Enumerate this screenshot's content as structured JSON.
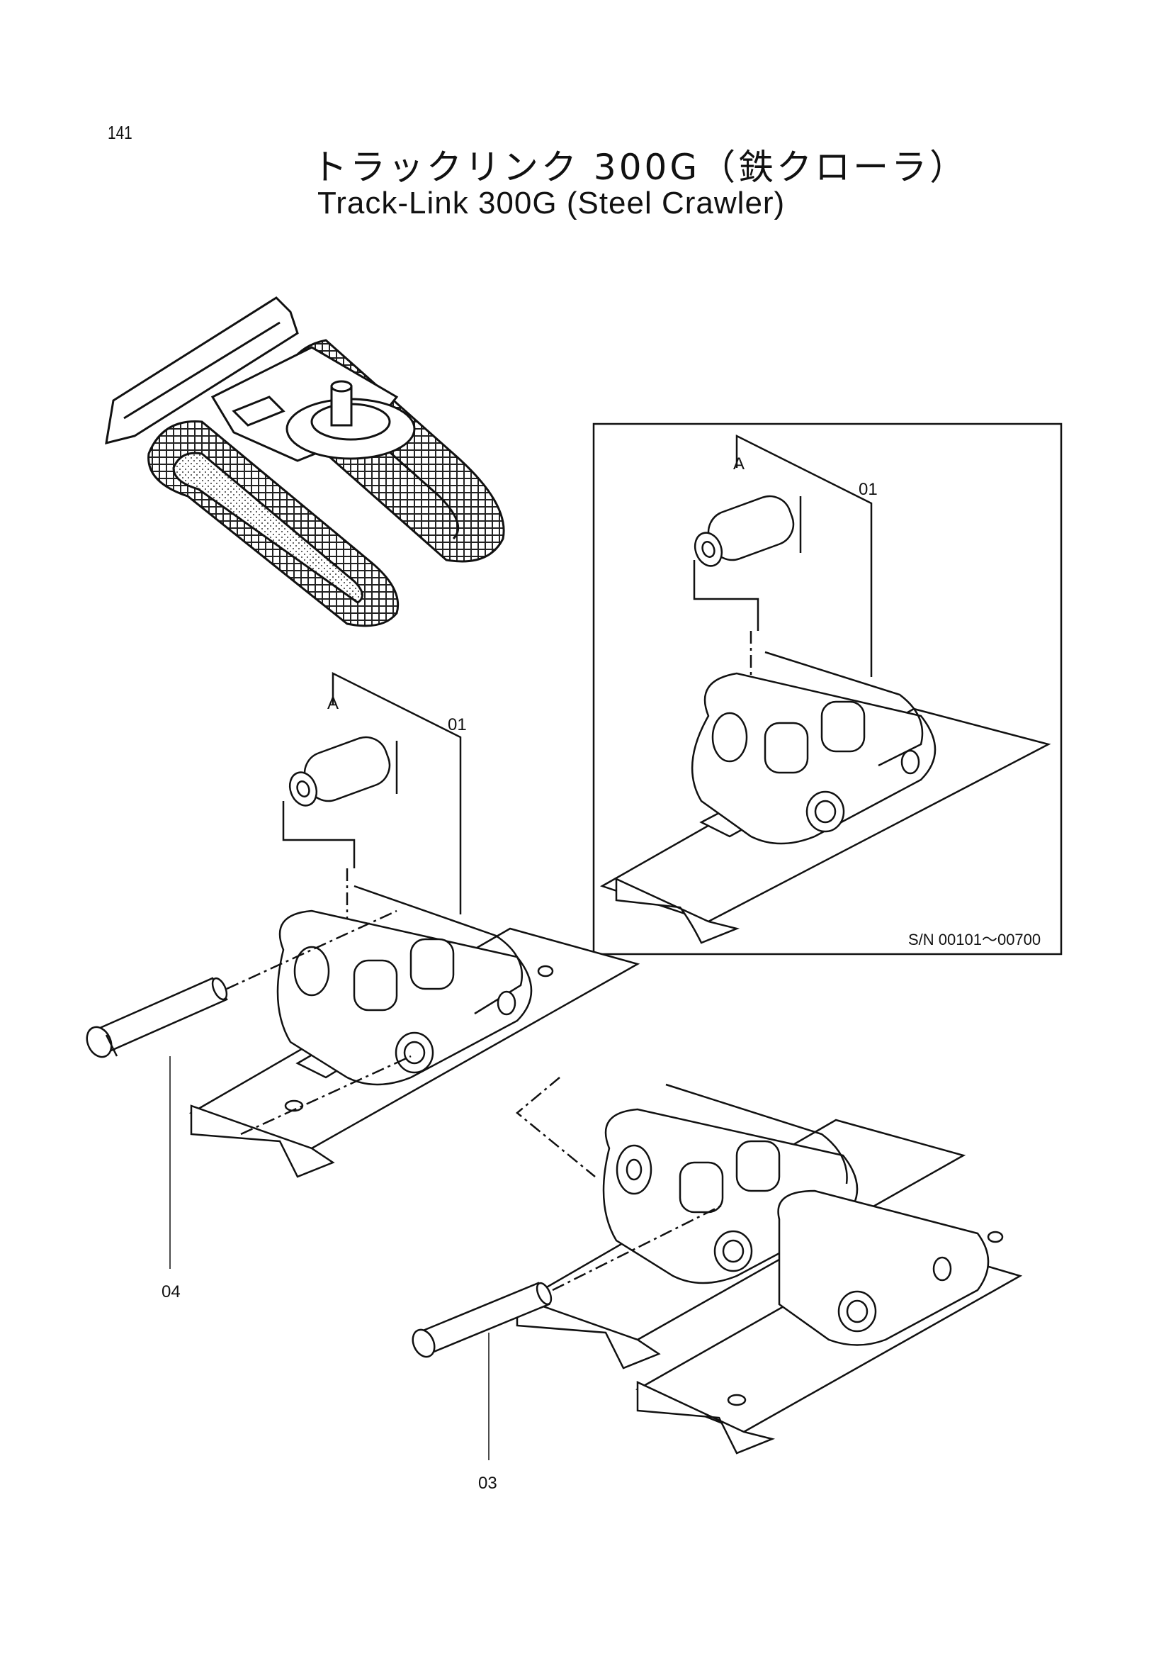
{
  "page_number": "141",
  "title_jp": "トラックリンク 300G（鉄クローラ）",
  "title_en": "Track-Link 300G (Steel Crawler)",
  "inset": {
    "serial_range": "S/N 00101～00700",
    "view_label": "A",
    "part_label": "01"
  },
  "main": {
    "view_label": "A",
    "part_label_01": "01",
    "part_label_03": "03",
    "part_label_04": "04"
  }
}
